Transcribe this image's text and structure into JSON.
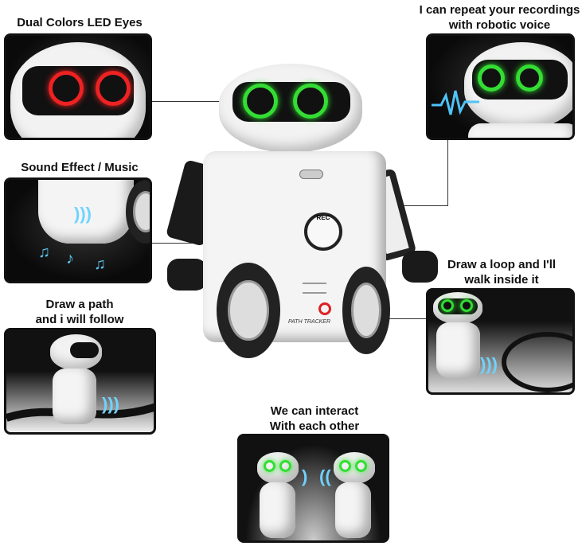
{
  "features": {
    "led_eyes": {
      "title": "Dual Colors LED Eyes"
    },
    "recording": {
      "title_line1": "I can repeat your recordings",
      "title_line2": "with robotic voice"
    },
    "sound": {
      "title": "Sound Effect / Music"
    },
    "path": {
      "title_line1": "Draw a path",
      "title_line2": "and i will follow"
    },
    "loop": {
      "title_line1": "Draw a loop and I'll",
      "title_line2": "walk inside it"
    },
    "interact": {
      "title_line1": "We can interact",
      "title_line2": "With each other"
    }
  },
  "robot": {
    "rec_label": "REC",
    "path_tracker_label": "PATH TRACKER"
  },
  "colors": {
    "eye_green": "#33dd33",
    "eye_red": "#ee2222",
    "accent_blue": "#5cc6f0"
  }
}
